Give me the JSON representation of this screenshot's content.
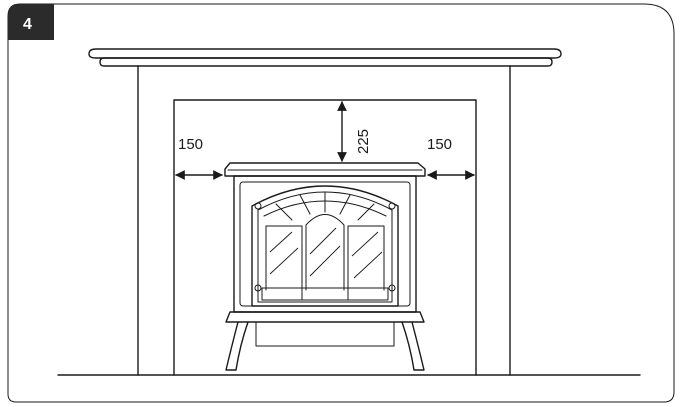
{
  "figure": {
    "step_number": "4",
    "clearances": {
      "left": "150",
      "top": "225",
      "right": "150"
    }
  }
}
